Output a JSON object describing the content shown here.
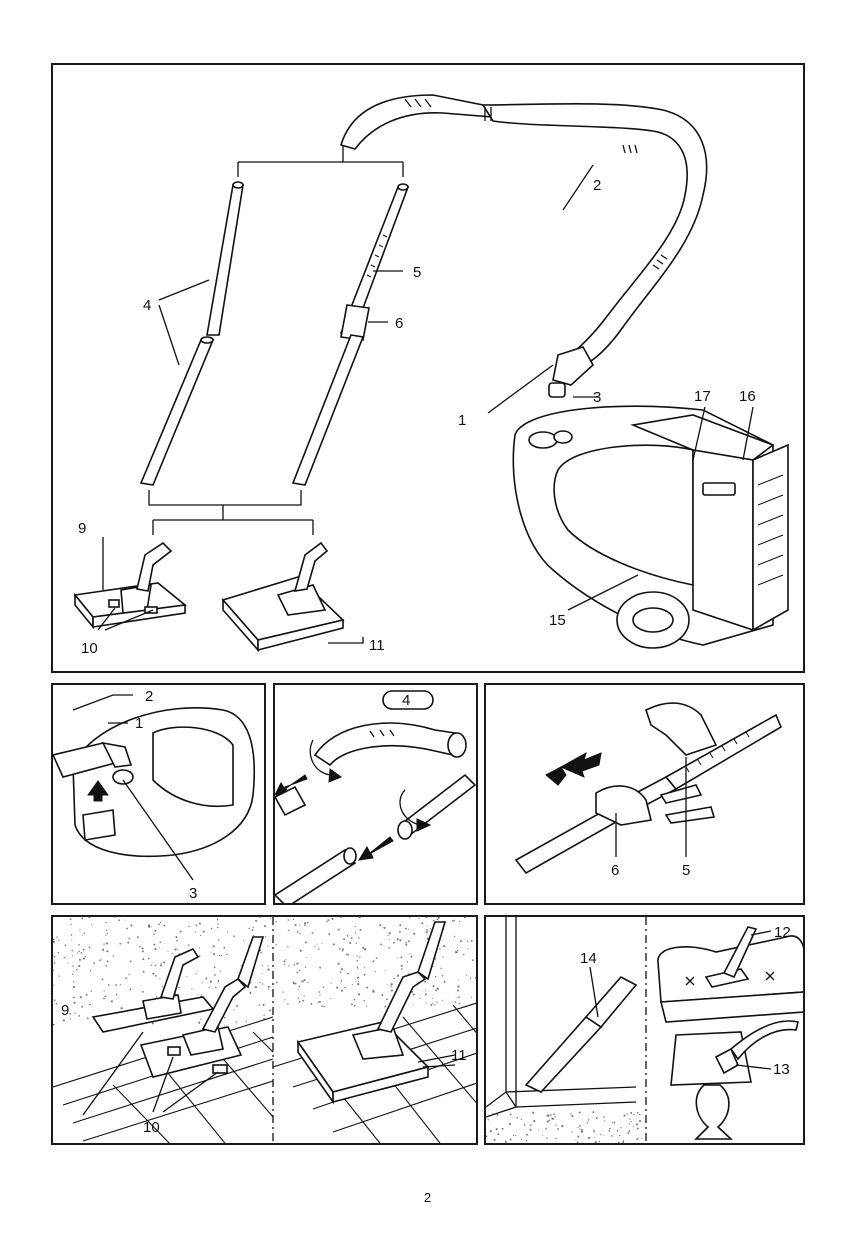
{
  "main_figure": {
    "labels": {
      "l1": "1",
      "l2": "2",
      "l3": "3",
      "l4": "4",
      "l5": "5",
      "l6": "6",
      "l9": "9",
      "l10": "10",
      "l11": "11",
      "l15": "15",
      "l16": "16",
      "l17": "17"
    }
  },
  "panel_connect_hose": {
    "labels": {
      "l2": "2",
      "l1": "1",
      "l3": "3"
    }
  },
  "panel_attach_tubes": {
    "labels": {
      "l4": "4"
    }
  },
  "panel_telescopic": {
    "labels": {
      "l6": "6",
      "l5": "5"
    }
  },
  "panel_floor_nozzle": {
    "labels": {
      "l9": "9",
      "l10": "10",
      "l11": "11"
    }
  },
  "panel_accessories": {
    "labels": {
      "l14": "14",
      "l12": "12",
      "l13": "13"
    }
  },
  "page_number": "2"
}
